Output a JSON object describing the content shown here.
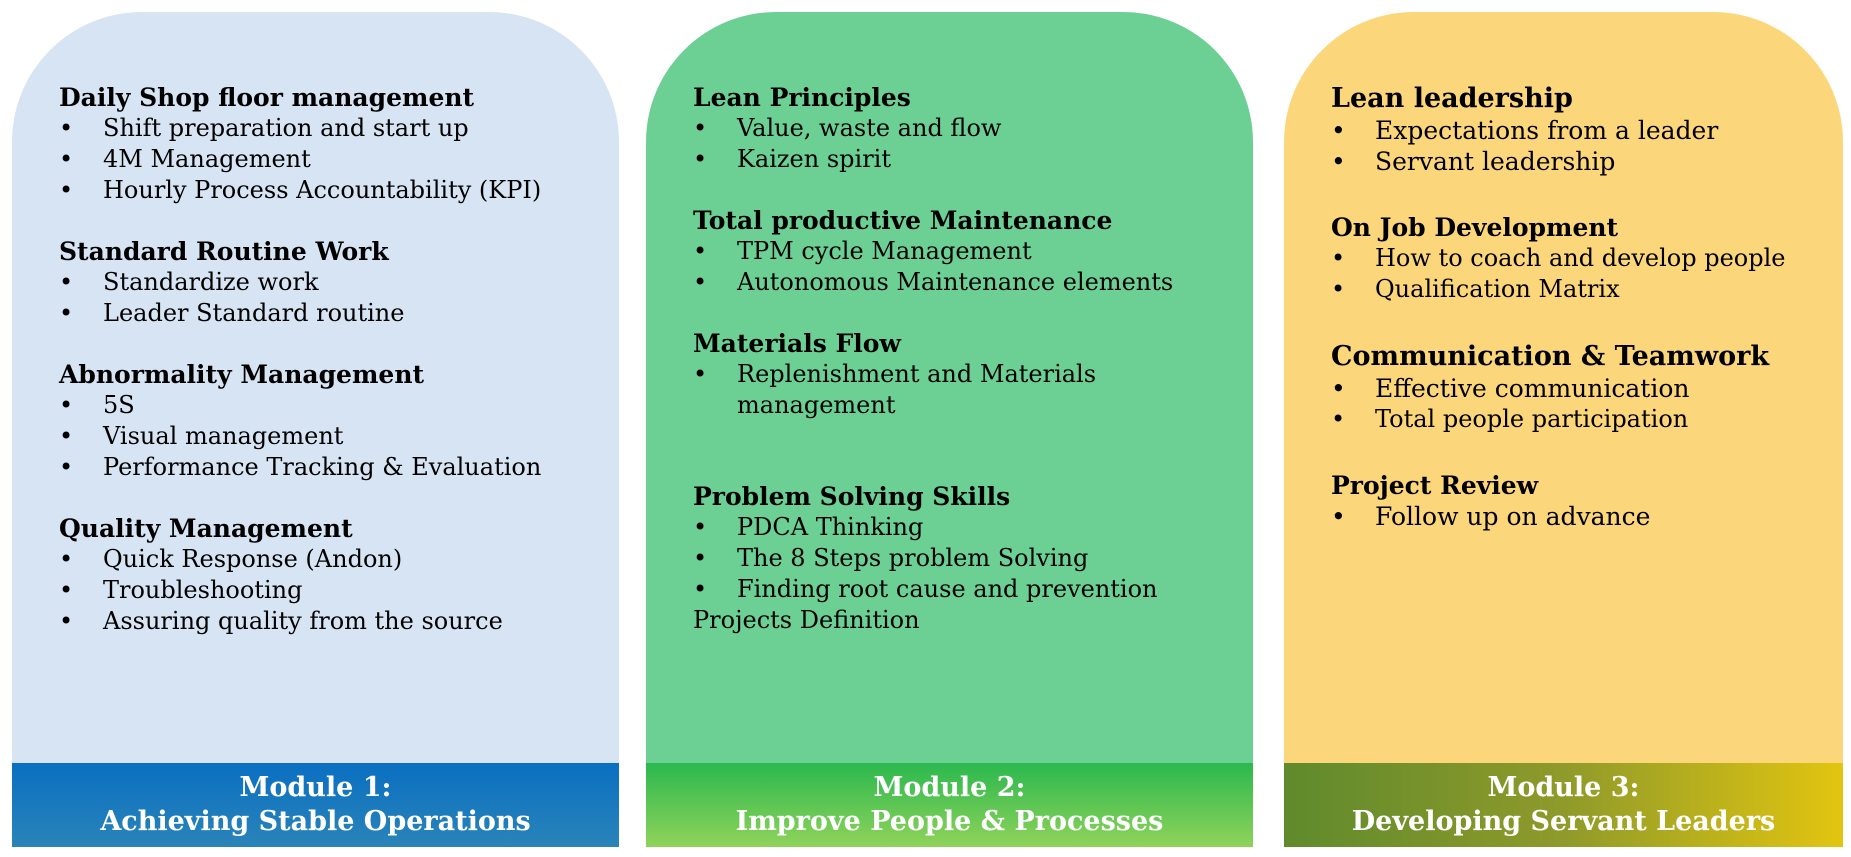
{
  "colors": {
    "module1_bg": "#d6e4f3",
    "module1_footer": "#0a6fc2",
    "module2_bg": "#6ccf93",
    "module2_footer": "#2bb84e",
    "module3_bg": "#fcd67a",
    "module3_footer": "#8f9a2a"
  },
  "modules": [
    {
      "sections": [
        {
          "title": "Daily Shop floor management",
          "items": [
            "Shift preparation and start up",
            "4M Management",
            "Hourly Process Accountability (KPI)"
          ]
        },
        {
          "title": "Standard Routine Work",
          "items": [
            "Standardize work",
            "Leader Standard routine"
          ]
        },
        {
          "title": "Abnormality Management",
          "items": [
            "5S",
            "Visual management",
            "Performance Tracking & Evaluation"
          ]
        },
        {
          "title": "Quality Management",
          "items": [
            "Quick Response (Andon)",
            "Troubleshooting",
            "Assuring quality from the source"
          ]
        }
      ],
      "footer_line1": "Module 1:",
      "footer_line2": "Achieving Stable Operations"
    },
    {
      "sections": [
        {
          "title": "Lean Principles",
          "items": [
            "Value, waste and flow",
            "Kaizen spirit"
          ]
        },
        {
          "title": "Total productive Maintenance",
          "items": [
            "TPM cycle Management",
            "Autonomous Maintenance elements"
          ]
        },
        {
          "title": "Materials Flow",
          "items": [
            "Replenishment and Materials management"
          ]
        },
        {
          "title": "Problem Solving Skills",
          "items": [
            "PDCA Thinking",
            "The 8 Steps problem Solving",
            "Finding root cause and prevention"
          ],
          "trailing_text": "Projects Definition"
        }
      ],
      "footer_line1": "Module 2:",
      "footer_line2": "Improve People & Processes"
    },
    {
      "sections": [
        {
          "title": "Lean leadership",
          "items": [
            "Expectations from a leader",
            "Servant leadership"
          ]
        },
        {
          "title": "On Job Development",
          "items": [
            "How to coach and develop people",
            "Qualification Matrix"
          ]
        },
        {
          "title": "Communication & Teamwork",
          "items": [
            "Effective communication",
            "Total people participation"
          ]
        },
        {
          "title": "Project Review",
          "items": [
            "Follow up on advance"
          ]
        }
      ],
      "footer_line1": "Module 3:",
      "footer_line2": "Developing Servant Leaders"
    }
  ]
}
